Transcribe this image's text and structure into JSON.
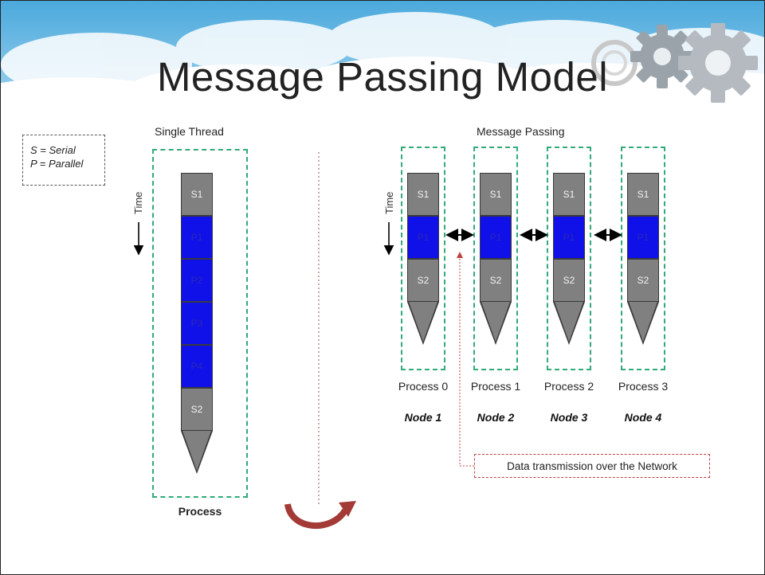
{
  "title": "Message Passing Model",
  "legend": {
    "serial": "S = Serial",
    "parallel": "P = Parallel"
  },
  "single_thread": {
    "caption": "Single Thread",
    "time_label": "Time",
    "segments": [
      "S1",
      "P1",
      "P2",
      "P3",
      "P4",
      "S2"
    ],
    "footer": "Process"
  },
  "message_passing": {
    "caption": "Message Passing",
    "time_label": "Time",
    "nodes": [
      {
        "segments": [
          "S1",
          "P1",
          "S2"
        ],
        "process": "Process 0",
        "node": "Node 1"
      },
      {
        "segments": [
          "S1",
          "P1",
          "S2"
        ],
        "process": "Process 1",
        "node": "Node 2"
      },
      {
        "segments": [
          "S1",
          "P1",
          "S2"
        ],
        "process": "Process 2",
        "node": "Node 3"
      },
      {
        "segments": [
          "S1",
          "P1",
          "S2"
        ],
        "process": "Process 3",
        "node": "Node 4"
      }
    ],
    "network_note": "Data transmission over the Network"
  },
  "colors": {
    "serial_gray": "#808080",
    "parallel_blue": "#1010e8",
    "frame_green": "#33aa77",
    "note_red": "#c04040",
    "curve_red": "#a33a36"
  },
  "icons": [
    "gear-icon",
    "double-arrow-icon",
    "rotate-arrow-icon"
  ]
}
